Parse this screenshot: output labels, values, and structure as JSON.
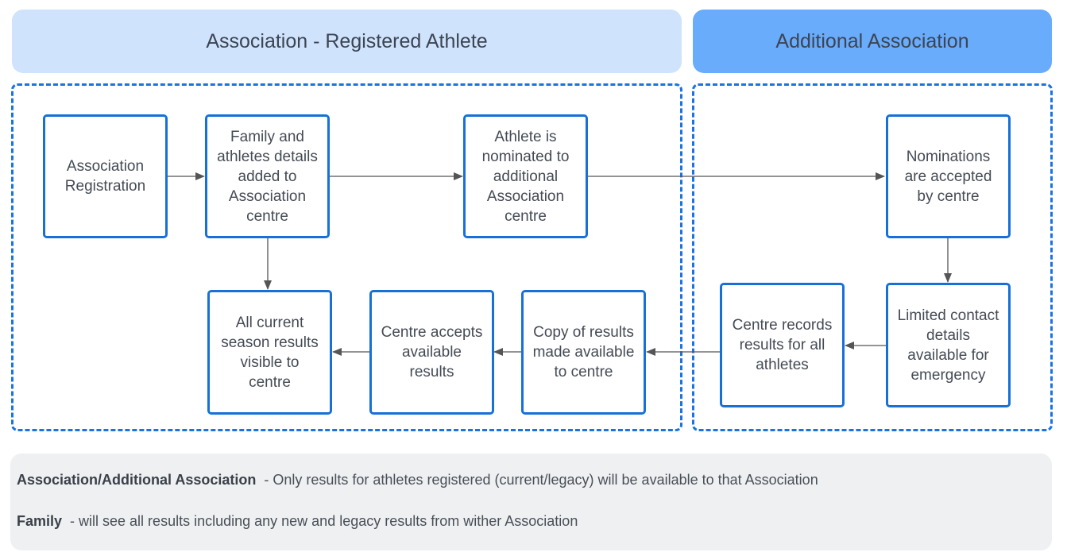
{
  "headers": {
    "left": "Association - Registered Athlete",
    "right": "Additional Association"
  },
  "boxes": {
    "association_registration": "Association\nRegistration",
    "family_details": "Family and\nathletes details\nadded to\nAssociation\ncentre",
    "athlete_nominated": "Athlete is\nnominated to\nadditional\nAssociation\ncentre",
    "nominations_accepted": "Nominations\nare accepted\nby centre",
    "limited_contact": "Limited contact\ndetails\navailable for\nemergency",
    "centre_records": "Centre records\nresults for all\nathletes",
    "copy_of_results": "Copy of results\nmade available\nto centre",
    "centre_accepts": "Centre accepts\navailable\nresults",
    "all_current_results": "All current\nseason results\nvisible to\ncentre"
  },
  "legend": [
    {
      "term": "Association/Additional Association",
      "text": "  - Only results for athletes registered (current/legacy) will be available to that Association"
    },
    {
      "term": "Family",
      "text": "  - will see all results including any new and legacy results from wither Association"
    }
  ],
  "colors": {
    "box_border": "#1670d8",
    "dashed_group": "#1a73e0",
    "header_left": "#cfe4fc",
    "header_right": "#69acfb",
    "legend_bg": "#eef0f2",
    "arrow": "#555555"
  }
}
